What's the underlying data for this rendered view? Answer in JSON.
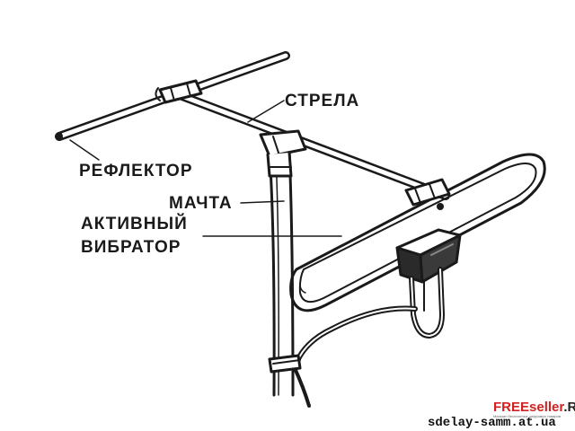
{
  "labels": {
    "strela": "СТРЕЛА",
    "reflektor": "РЕФЛЕКТОР",
    "machta": "МАЧТА",
    "aktivnyi": "АКТИВНЫЙ",
    "vibrator": "ВИБРАТОР"
  },
  "watermark": {
    "brand_part1": "FREEseller",
    "brand_part2": ".RU",
    "tagline": "Магазин бесплатных цифровых товаров",
    "site": "sdelay-samm.at.ua"
  },
  "colors": {
    "ink": "#1a1a1a",
    "brand_red": "#d42020",
    "brand_dark": "#222222"
  }
}
